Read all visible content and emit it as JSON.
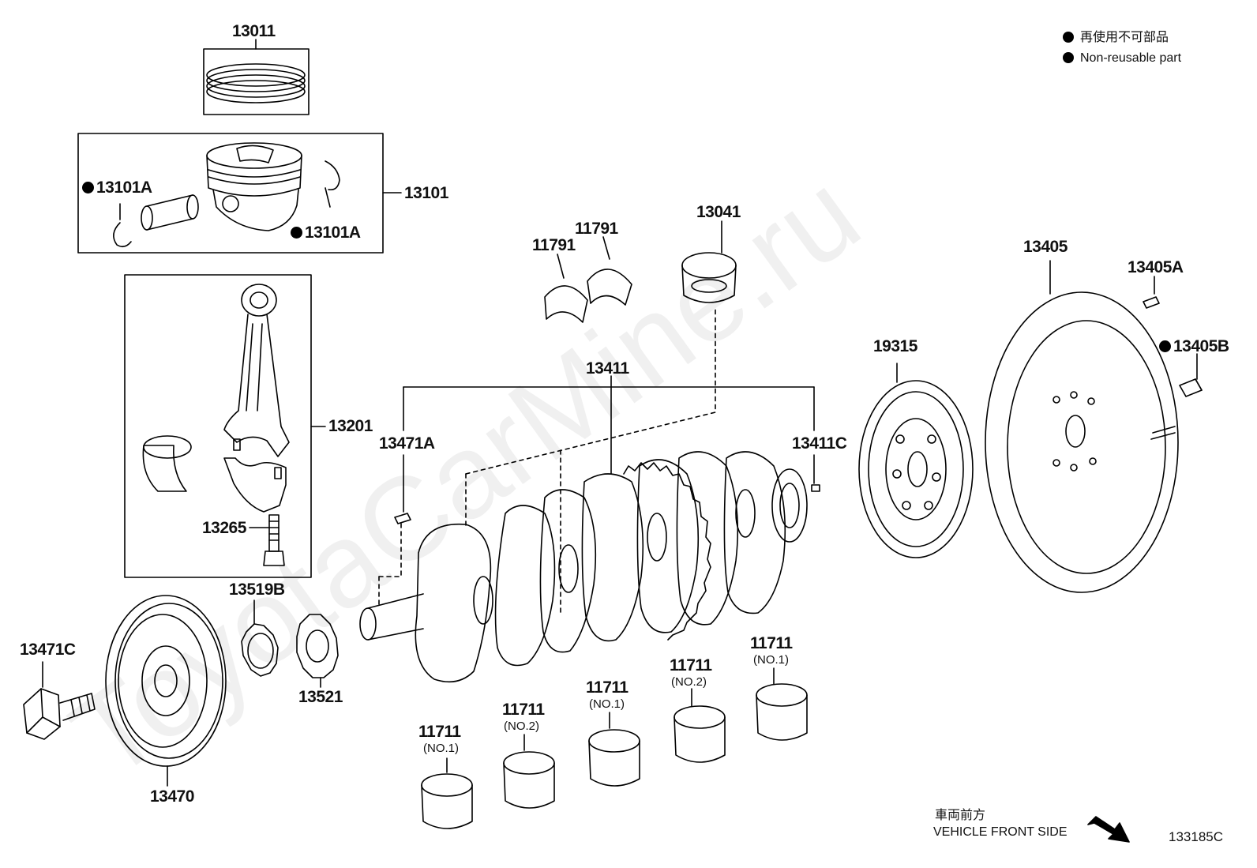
{
  "legend": {
    "line_ja": "再使用不可部品",
    "line_en": "Non-reusable part"
  },
  "watermark": "ToyotaCarMine.ru",
  "front": {
    "ja": "車両前方",
    "en": "VEHICLE FRONT SIDE"
  },
  "diagram_code": "133185C",
  "parts": {
    "p13011": "13011",
    "p13101": "13101",
    "p13101A_left": "13101A",
    "p13101A_right": "13101A",
    "p13201": "13201",
    "p13265": "13265",
    "p13519B": "13519B",
    "p13521": "13521",
    "p13470": "13470",
    "p13471C": "13471C",
    "p13471A": "13471A",
    "p13411": "13411",
    "p13411C": "13411C",
    "p11791_a": "11791",
    "p11791_b": "11791",
    "p13041": "13041",
    "p19315": "19315",
    "p13405": "13405",
    "p13405A": "13405A",
    "p13405B": "13405B",
    "b1": {
      "num": "11711",
      "sub": "(NO.1)"
    },
    "b2": {
      "num": "11711",
      "sub": "(NO.2)"
    },
    "b3": {
      "num": "11711",
      "sub": "(NO.1)"
    },
    "b4": {
      "num": "11711",
      "sub": "(NO.2)"
    },
    "b5": {
      "num": "11711",
      "sub": "(NO.1)"
    }
  }
}
